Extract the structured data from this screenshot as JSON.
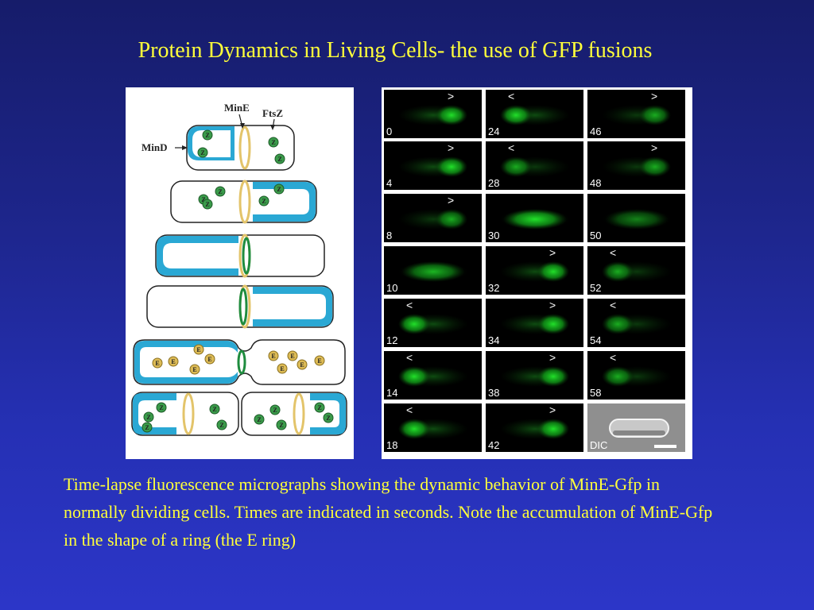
{
  "slide": {
    "title": "Protein Dynamics in Living Cells- the use of GFP fusions",
    "caption": "Time-lapse fluorescence micrographs showing the dynamic behavior of MinE-Gfp in normally dividing cells. Times are indicated in seconds. Note the accumulation of MinE-Gfp in the shape of a ring (the E ring)"
  },
  "diagram": {
    "labels": {
      "mine": "MinE",
      "ftsz": "FtsZ",
      "mind": "MinD"
    },
    "z_marker": "Z",
    "e_marker": "E"
  },
  "micrographs": {
    "frames": [
      {
        "time": "0",
        "arrow": ">",
        "arrow_side": "right",
        "focus": "right",
        "intensity": "strong"
      },
      {
        "time": "24",
        "arrow": "<",
        "arrow_side": "left",
        "focus": "left",
        "intensity": "strong"
      },
      {
        "time": "46",
        "arrow": ">",
        "arrow_side": "right",
        "focus": "right",
        "intensity": "medium"
      },
      {
        "time": "4",
        "arrow": ">",
        "arrow_side": "right",
        "focus": "right",
        "intensity": "strong"
      },
      {
        "time": "28",
        "arrow": "<",
        "arrow_side": "left",
        "focus": "left",
        "intensity": "medium"
      },
      {
        "time": "48",
        "arrow": ">",
        "arrow_side": "right",
        "focus": "right",
        "intensity": "medium"
      },
      {
        "time": "8",
        "arrow": ">",
        "arrow_side": "right",
        "focus": "right",
        "intensity": "medium"
      },
      {
        "time": "30",
        "arrow": "",
        "arrow_side": "none",
        "focus": "spread",
        "intensity": "strong"
      },
      {
        "time": "50",
        "arrow": "",
        "arrow_side": "none",
        "focus": "spread",
        "intensity": "weak"
      },
      {
        "time": "10",
        "arrow": "",
        "arrow_side": "none",
        "focus": "spread",
        "intensity": "medium"
      },
      {
        "time": "32",
        "arrow": ">",
        "arrow_side": "right",
        "focus": "right",
        "intensity": "strong"
      },
      {
        "time": "52",
        "arrow": "<",
        "arrow_side": "left",
        "focus": "left",
        "intensity": "medium"
      },
      {
        "time": "12",
        "arrow": "<",
        "arrow_side": "left",
        "focus": "left",
        "intensity": "strong"
      },
      {
        "time": "34",
        "arrow": ">",
        "arrow_side": "right",
        "focus": "right",
        "intensity": "strong"
      },
      {
        "time": "54",
        "arrow": "<",
        "arrow_side": "left",
        "focus": "left",
        "intensity": "medium"
      },
      {
        "time": "14",
        "arrow": "<",
        "arrow_side": "left",
        "focus": "left",
        "intensity": "strong"
      },
      {
        "time": "38",
        "arrow": ">",
        "arrow_side": "right",
        "focus": "right",
        "intensity": "strong"
      },
      {
        "time": "58",
        "arrow": "<",
        "arrow_side": "left",
        "focus": "left",
        "intensity": "medium"
      },
      {
        "time": "18",
        "arrow": "<",
        "arrow_side": "left",
        "focus": "left",
        "intensity": "strong"
      },
      {
        "time": "42",
        "arrow": ">",
        "arrow_side": "right",
        "focus": "right",
        "intensity": "strong"
      }
    ],
    "dic_label": "DIC"
  },
  "colors": {
    "background": "#1d258a",
    "title_text": "#ffff3a",
    "mind_blue": "#2aa8d4",
    "ring_yellow": "#e3c46a",
    "ring_green": "#1e8c3e",
    "ftsz_green": "#3a9b4a",
    "mine_tan": "#ddbb55",
    "gfp_green": "#22e02a"
  }
}
